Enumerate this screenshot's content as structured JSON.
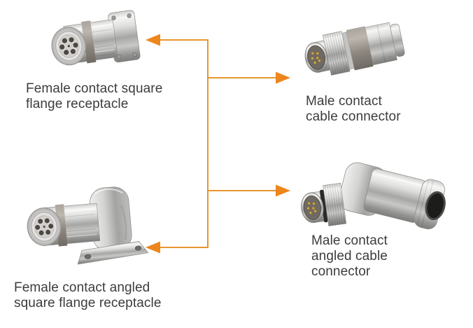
{
  "page": {
    "background": "#FFFFFF"
  },
  "colors": {
    "line": "#E8962E",
    "arrow": "#ED861C",
    "label_text": "#3C3C3C",
    "metal_band": "#8D8780",
    "pin_gold": "#D2A94E"
  },
  "connectors": [
    {
      "name": "female-square-flange-receptacle",
      "label_lines": [
        "Female contact square",
        "flange receptacle"
      ]
    },
    {
      "name": "male-cable-connector",
      "label_lines": [
        "Male contact",
        "cable connector"
      ]
    },
    {
      "name": "female-angled-square-flange-receptacle",
      "label_lines": [
        "Female contact angled",
        "square flange receptacle"
      ]
    },
    {
      "name": "male-angled-cable-connector",
      "label_lines": [
        "Male contact",
        "angled cable",
        "connector"
      ]
    }
  ]
}
